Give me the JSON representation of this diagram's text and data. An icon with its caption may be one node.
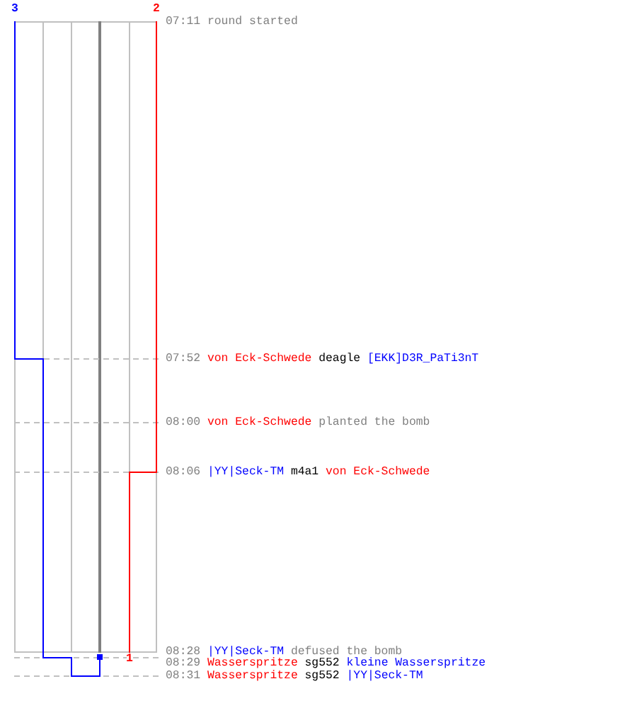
{
  "diagram": {
    "labels": [
      "3",
      "2",
      "07:11",
      "round started",
      "07:52",
      "von Eck-Schwede",
      "deagle",
      "[EKK]D3R_PaTi3nT",
      "08:00",
      "von Eck-Schwede",
      "planted the bomb",
      "08:06",
      "|YY|Seck-TM",
      "m4a1",
      "von Eck-Schwede",
      "08:28",
      "|YY|Seck-TM",
      "defused the bomb",
      "1",
      "08:29",
      "Wasserspritze",
      "sg552",
      "kleine Wasserspritze",
      "08:31",
      "Wasserspritze",
      "sg552",
      "|YY|Seck-TM"
    ]
  }
}
